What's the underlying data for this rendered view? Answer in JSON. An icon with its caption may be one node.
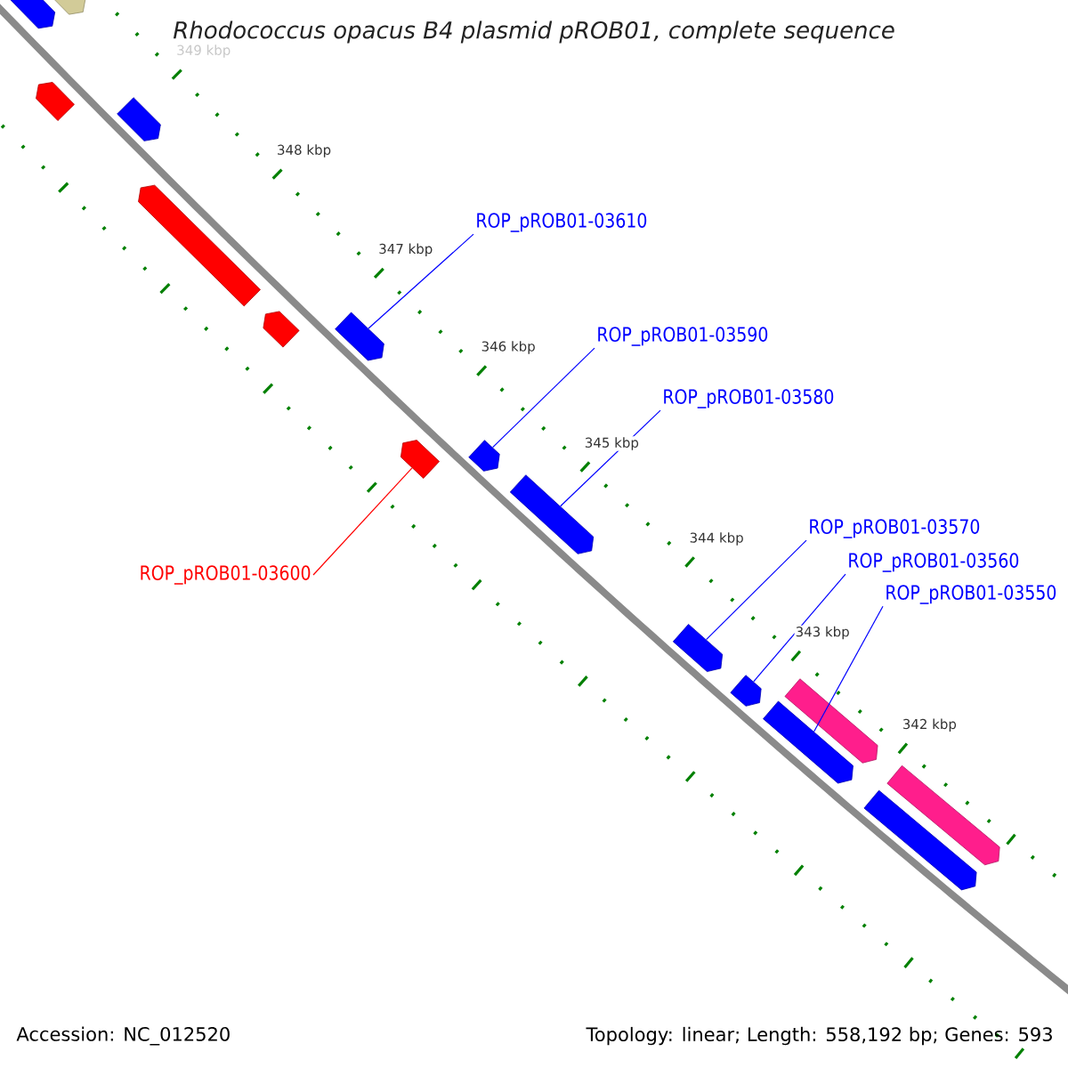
{
  "diagram": {
    "title": "Rhodococcus opacus B4 plasmid pROB01, complete sequence",
    "nodes": [
      {
        "text": [
          "ROP_pROB01-03610"
        ]
      },
      {
        "text": [
          "ROP_pROB01-03590"
        ]
      },
      {
        "text": [
          "ROP_pROB01-03580"
        ]
      },
      {
        "text": [
          "ROP_pROB01-03570"
        ]
      },
      {
        "text": [
          "ROP_pROB01-03560"
        ]
      },
      {
        "text": [
          "ROP_pROB01-03600"
        ]
      },
      {
        "text": [
          "ROP_pROB01-03550"
        ]
      },
      {
        "text": [],
        "shape": "bar"
      },
      {
        "text": [],
        "shape": "bar"
      },
      {
        "text": [],
        "shape": "bar"
      },
      {
        "text": [],
        "shape": "bar"
      },
      {
        "text": [],
        "shape": "bar"
      },
      {
        "text": [],
        "shape": "bar"
      },
      {
        "text": [],
        "shape": "bar"
      },
      {
        "text": [],
        "shape": "bar"
      },
      {
        "text": [],
        "shape": "bar"
      },
      {
        "text": [],
        "shape": "bar"
      },
      {
        "text": [],
        "shape": "bar"
      },
      {
        "text": [],
        "shape": "bar"
      },
      {
        "text": [],
        "shape": "bar"
      },
      {
        "text": [],
        "shape": "bar"
      },
      {
        "text": [],
        "shape": "bar"
      },
      {
        "text": [],
        "shape": "bar"
      }
    ],
    "edges": [
      {
        "from": 0,
        "to": 13,
        "arrow": "none"
      },
      {
        "from": 1,
        "to": 14,
        "arrow": "none"
      },
      {
        "from": 2,
        "to": 16,
        "arrow": "none"
      },
      {
        "from": 3,
        "to": 17,
        "arrow": "none"
      },
      {
        "from": 4,
        "to": 18,
        "arrow": "none"
      },
      {
        "from": 5,
        "to": 15,
        "arrow": "none",
        "color": "#ff0000"
      },
      {
        "from": 6,
        "to": 20,
        "arrow": "none"
      }
    ],
    "labels": [
      "349 kbp",
      "348 kbp",
      "347 kbp",
      "346 kbp",
      "345 kbp",
      "344 kbp",
      "343 kbp",
      "342 kbp",
      "Accession: NC_012520",
      "Topology: linear; Length: 558,192 bp; Genes: 593"
    ]
  }
}
